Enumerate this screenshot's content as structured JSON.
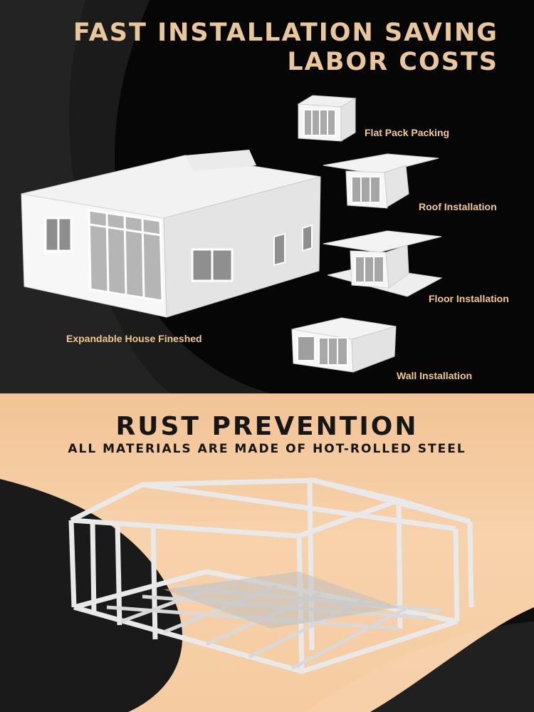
{
  "install_section": {
    "headline_line1": "FAST INSTALLATION SAVING",
    "headline_line2": "LABOR COSTS",
    "steps": [
      {
        "label": "Flat Pack Packing"
      },
      {
        "label": "Roof Installation"
      },
      {
        "label": "Floor Installation"
      },
      {
        "label": "Wall Installation"
      }
    ],
    "main_caption": "Expandable House Fineshed",
    "accent_color": "#e9c79a",
    "caption_color": "#f1c98e"
  },
  "rust_section": {
    "title": "RUST PREVENTION",
    "subtitle": "ALL MATERIALS ARE MADE OF HOT-ROLLED STEEL",
    "background_color": "#f5cca1"
  }
}
